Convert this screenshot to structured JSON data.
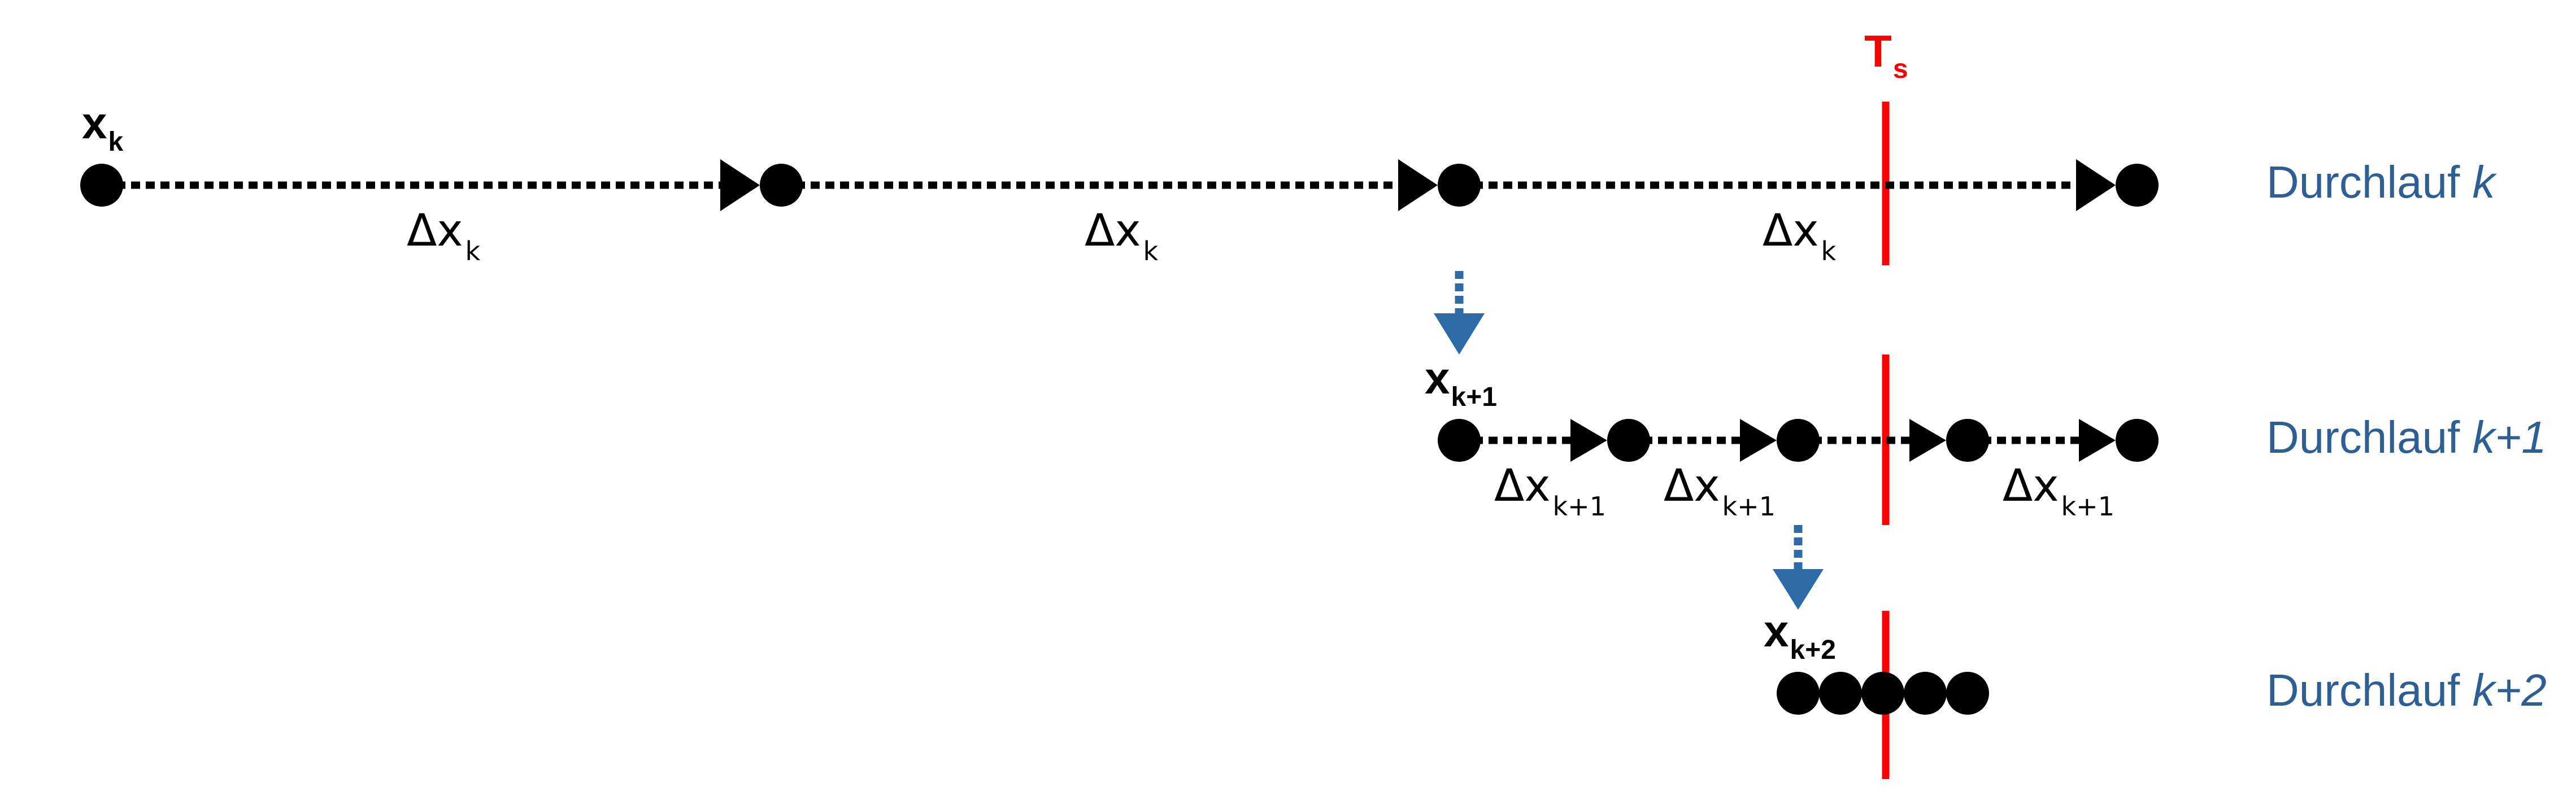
{
  "threshold": {
    "label": "T",
    "sub": "s"
  },
  "rows": [
    {
      "start": {
        "label": "x",
        "sub": "k"
      },
      "run_text": "Durchlauf ",
      "run_var": "k",
      "step": {
        "label": "Δx",
        "sub": "k"
      }
    },
    {
      "start": {
        "label": "x",
        "sub": "k+1"
      },
      "run_text": "Durchlauf ",
      "run_var": "k+1",
      "step": {
        "label": "Δx",
        "sub": "k+1"
      }
    },
    {
      "start": {
        "label": "x",
        "sub": "k+2"
      },
      "run_text": "Durchlauf ",
      "run_var": "k+2"
    }
  ],
  "colors": {
    "threshold": "#ff0000",
    "refine_arrow": "#2e6aa5",
    "run_label": "#2e5f94",
    "line": "#000000"
  }
}
